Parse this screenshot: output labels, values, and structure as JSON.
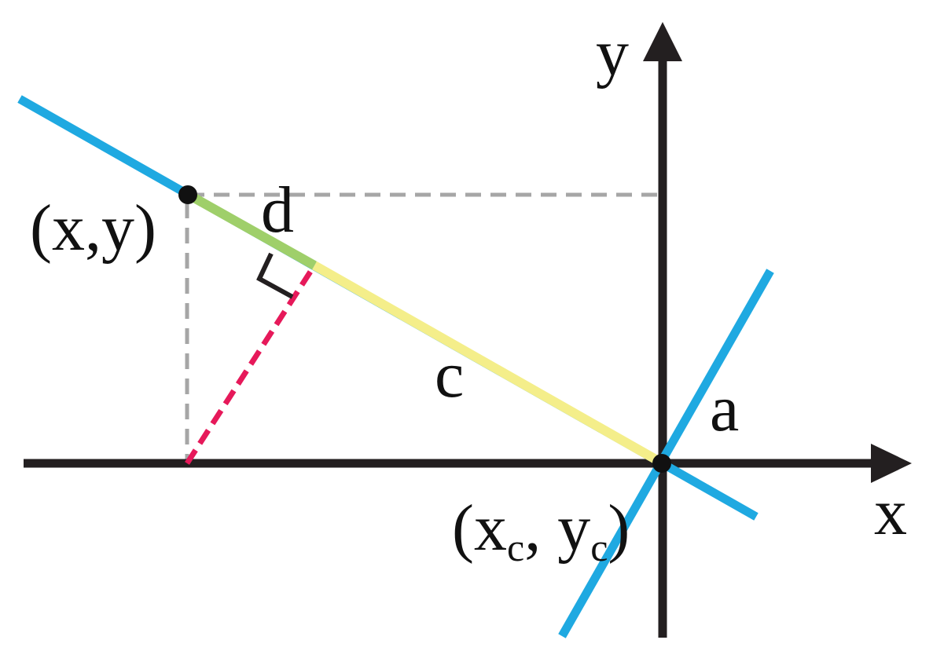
{
  "labels": {
    "y_axis": "y",
    "x_axis": "x",
    "point": "(x,y)",
    "d": "d",
    "c": "c",
    "a": "a",
    "center_open": "(x",
    "center_sub1": "c",
    "center_mid": ", y",
    "center_sub2": "c",
    "center_close": ")"
  },
  "colors": {
    "axis": "#231f20",
    "line": "#1fa9e1",
    "d_segment": "#9fcf6a",
    "c_segment": "#f4ee8a",
    "perpendicular": "#e6195a",
    "guide": "#a6a6a6",
    "point": "#111111"
  }
}
